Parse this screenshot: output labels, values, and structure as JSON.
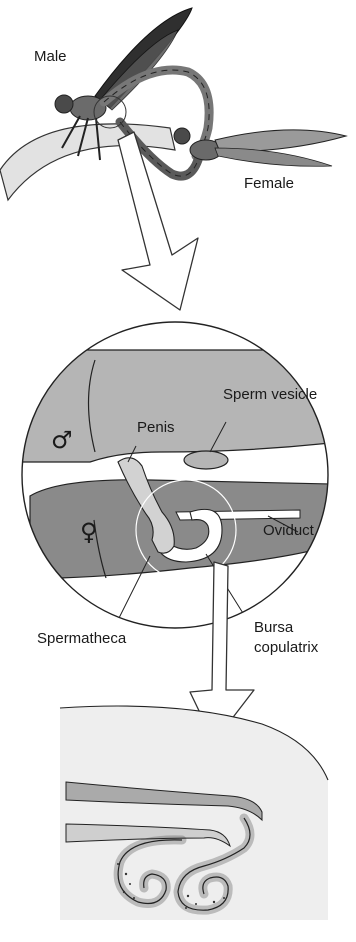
{
  "labels": {
    "male": "Male",
    "female": "Female",
    "sperm_vesicle": "Sperm vesicle",
    "penis": "Penis",
    "oviduct": "Oviduct",
    "spermatheca": "Spermatheca",
    "bursa_line1": "Bursa",
    "bursa_line2": "copulatrix"
  },
  "symbols": {
    "male_symbol": "♂",
    "female_symbol": "♀"
  },
  "colors": {
    "male_tissue": "#b5b5b5",
    "female_tissue": "#8a8a8a",
    "wing_dark": "#3a3a3a",
    "wing_light": "#9a9a9a",
    "outline": "#222222"
  }
}
